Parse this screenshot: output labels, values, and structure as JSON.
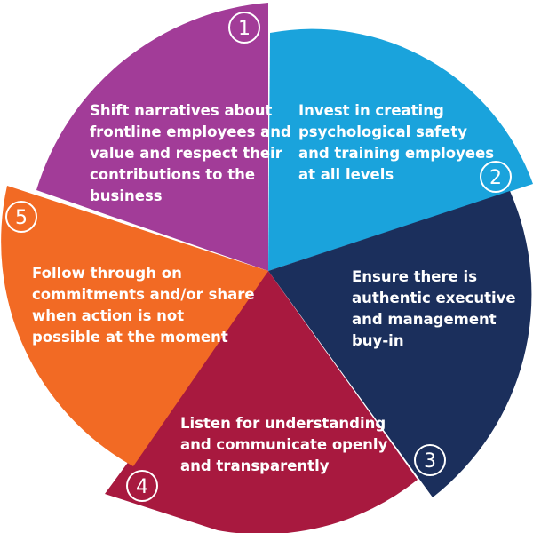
{
  "segments": [
    {
      "number": "1",
      "color": "#a23c98",
      "lines": [
        "Shift narratives about",
        "frontline employees and",
        "value and respect their",
        "contributions to the",
        "business"
      ]
    },
    {
      "number": "2",
      "color": "#1aa3dc",
      "lines": [
        "Invest in creating",
        "psychological safety",
        "and training employees",
        "at all levels"
      ]
    },
    {
      "number": "3",
      "color": "#1b2f5c",
      "lines": [
        "Ensure there is",
        "authentic executive",
        "and management",
        "buy-in"
      ]
    },
    {
      "number": "4",
      "color": "#a8193f",
      "lines": [
        "Listen for understanding",
        "and communicate openly",
        "and transparently"
      ]
    },
    {
      "number": "5",
      "color": "#f26a24",
      "lines": [
        "Follow through on",
        "commitments and/or share",
        "when action is not",
        "possible at the moment"
      ]
    }
  ]
}
